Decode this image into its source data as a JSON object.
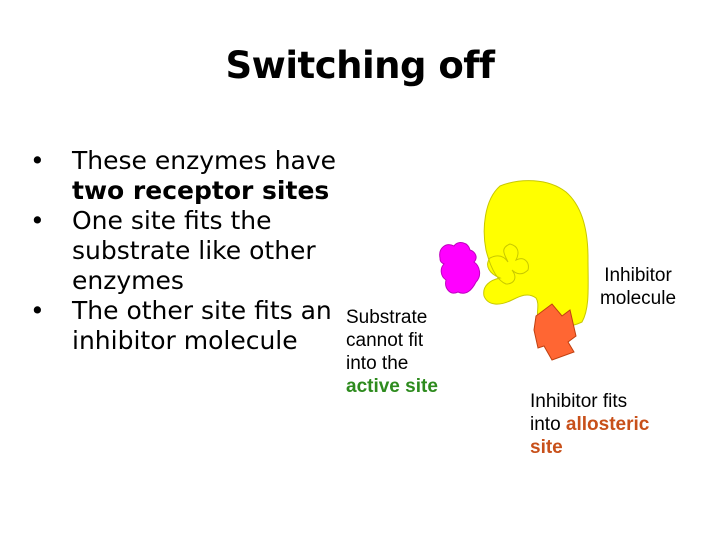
{
  "slide": {
    "title": "Switching off"
  },
  "bullets": [
    {
      "glyph": "•",
      "pre": "These enzymes have ",
      "bold": "two receptor sites",
      "post": ""
    },
    {
      "glyph": "•",
      "pre": "One site fits the substrate like other enzymes",
      "bold": "",
      "post": ""
    },
    {
      "glyph": "•",
      "pre": "The other site fits an inhibitor molecule",
      "bold": "",
      "post": ""
    }
  ],
  "diagram": {
    "substrate_caption": {
      "line1": "Substrate",
      "line2": "cannot fit",
      "line3": "into the",
      "highlight": "active site"
    },
    "inhibitor_label": {
      "line1": "Inhibitor",
      "line2": "molecule"
    },
    "inhibitor_caption": {
      "line1": "Inhibitor fits",
      "line2_pre": "into ",
      "highlight": "allosteric",
      "line3": "site"
    },
    "colors": {
      "enzyme": "#ffff00",
      "substrate": "#ff00ff",
      "inhibitor": "#ff6633",
      "active_site_text": "#2e8b1e",
      "allosteric_site_text": "#c8501a"
    }
  }
}
